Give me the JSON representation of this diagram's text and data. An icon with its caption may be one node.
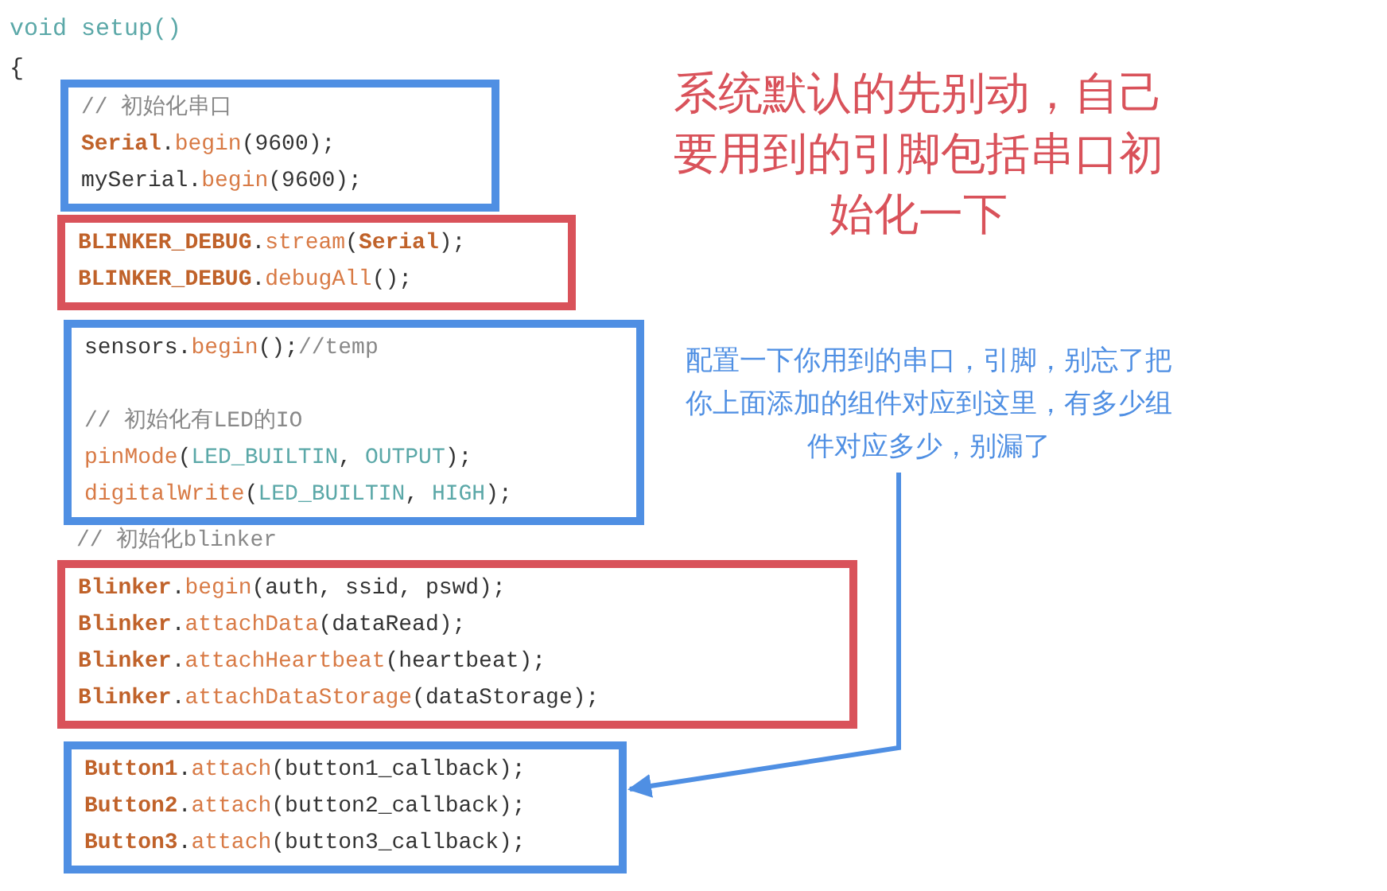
{
  "diagram": {
    "nodes": [
      {
        "text": [
          "// 初始化串口",
          "Serial.begin(9600);",
          "mySerial.begin(9600);"
        ]
      },
      {
        "text": [
          "BLINKER_DEBUG.stream(Serial);",
          "BLINKER_DEBUG.debugAll();"
        ]
      },
      {
        "text": [
          "sensors.begin();//temp",
          "// 初始化有LED的IO",
          "pinMode(LED_BUILTIN, OUTPUT);",
          "digitalWrite(LED_BUILTIN, HIGH);"
        ]
      },
      {
        "text": [
          "Blinker.begin(auth, ssid, pswd);",
          "Blinker.attachData(dataRead);",
          "Blinker.attachHeartbeat(heartbeat);",
          "Blinker.attachDataStorage(dataStorage);"
        ]
      },
      {
        "text": [
          "Button1.attach(button1_callback);",
          "Button2.attach(button2_callback);",
          "Button3.attach(button3_callback);"
        ]
      },
      {
        "text": [
          "配置一下你用到的串口，引脚，别忘了把你上面添加的组件对应到这里，有多少组件对应多少，别漏了"
        ]
      }
    ],
    "edges": [
      {
        "from": 5,
        "to": 4,
        "arrow": "to"
      }
    ],
    "labels": [
      "void setup()",
      "{",
      "系统默认的先别动，自己要用到的引脚包括串口初始化一下",
      "// 初始化blinker"
    ]
  }
}
